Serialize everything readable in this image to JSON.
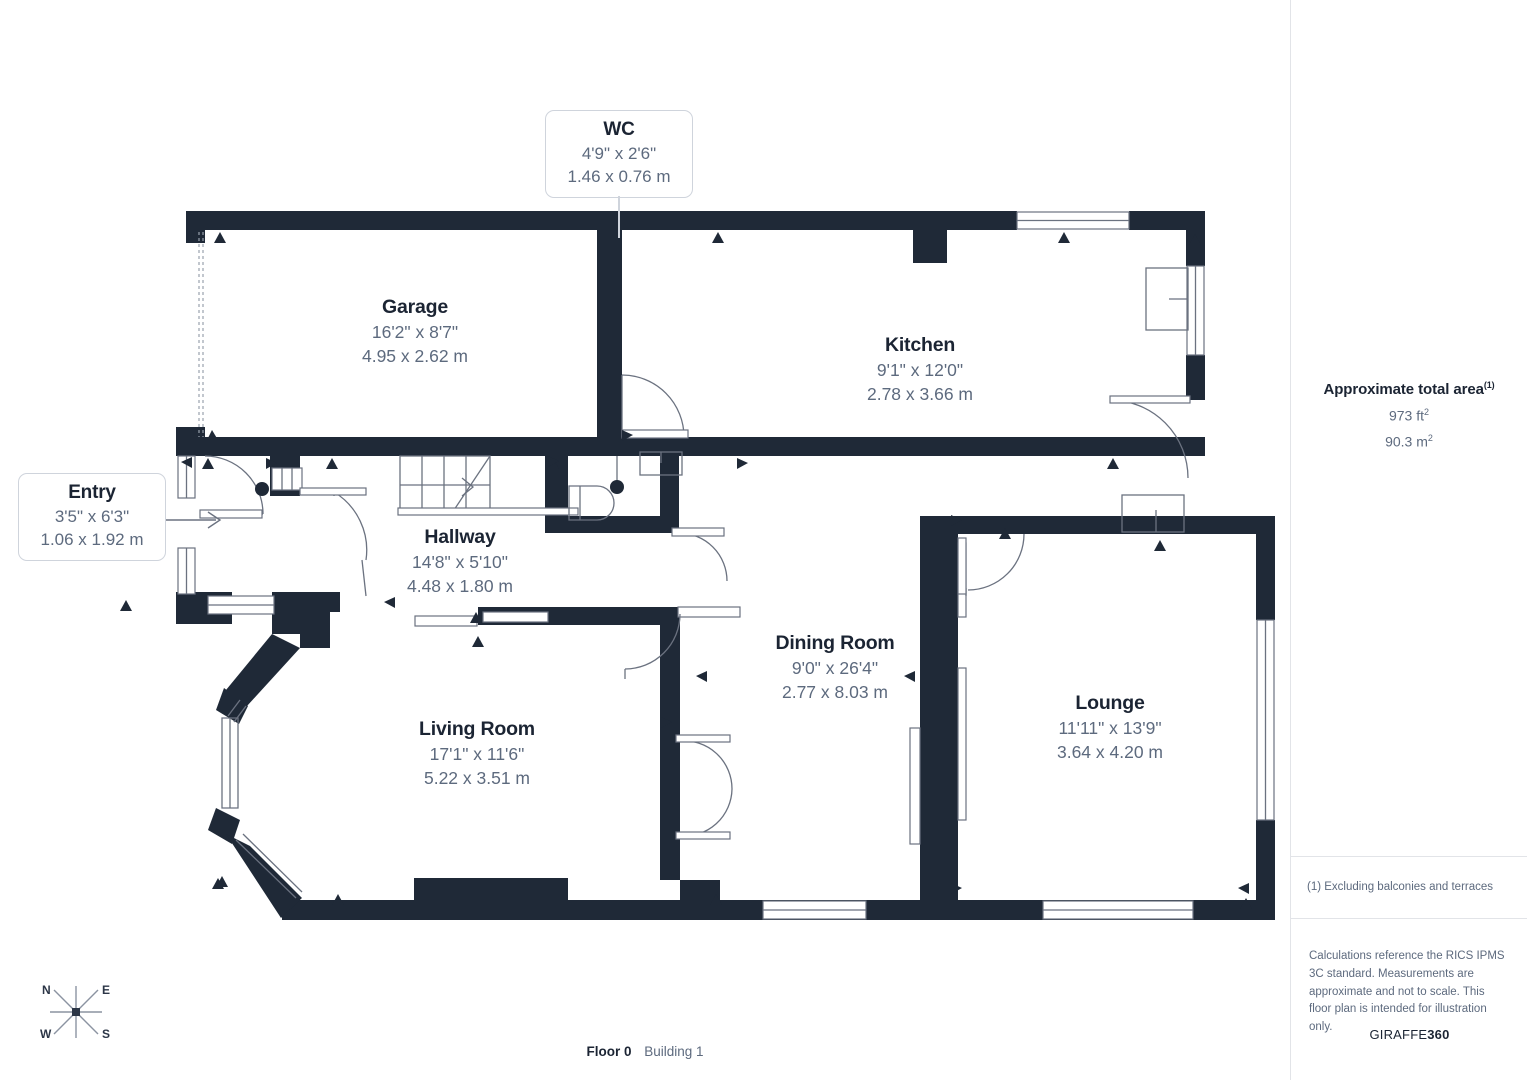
{
  "plan": {
    "floor_label": "Floor 0",
    "building_label": "Building 1",
    "wall_color": "#1f2937",
    "label_color": "#1b2433",
    "dim_color": "#5d6a7e"
  },
  "compass": {
    "north": "N",
    "east": "E",
    "west": "W",
    "south": "S"
  },
  "callouts": [
    {
      "key": "wc",
      "name": "WC",
      "imperial": "4'9\" x 2'6\"",
      "metric": "1.46 x 0.76 m"
    },
    {
      "key": "entry",
      "name": "Entry",
      "imperial": "3'5\" x 6'3\"",
      "metric": "1.06 x 1.92 m"
    }
  ],
  "rooms": [
    {
      "key": "garage",
      "name": "Garage",
      "imperial": "16'2\" x 8'7\"",
      "metric": "4.95 x 2.62 m"
    },
    {
      "key": "kitchen",
      "name": "Kitchen",
      "imperial": "9'1\" x 12'0\"",
      "metric": "2.78 x 3.66 m"
    },
    {
      "key": "hallway",
      "name": "Hallway",
      "imperial": "14'8\" x 5'10\"",
      "metric": "4.48 x 1.80 m"
    },
    {
      "key": "dining",
      "name": "Dining Room",
      "imperial": "9'0\" x 26'4\"",
      "metric": "2.77 x 8.03 m"
    },
    {
      "key": "living",
      "name": "Living Room",
      "imperial": "17'1\" x 11'6\"",
      "metric": "5.22 x 3.51 m"
    },
    {
      "key": "lounge",
      "name": "Lounge",
      "imperial": "11'11\" x 13'9\"",
      "metric": "3.64 x 4.20 m"
    }
  ],
  "sidebar": {
    "area_title": "Approximate total area",
    "area_title_sup": "(1)",
    "area_sqft": "973 ft",
    "area_sqft_sup": "2",
    "area_sqm": "90.3 m",
    "area_sqm_sup": "2",
    "footnote": "(1) Excluding balconies and terraces",
    "disclaimer": "Calculations reference the RICS IPMS 3C standard. Measurements are approximate and not to scale. This floor plan is intended for illustration only.",
    "brand_light": "GIRAFFE",
    "brand_bold": "360"
  }
}
